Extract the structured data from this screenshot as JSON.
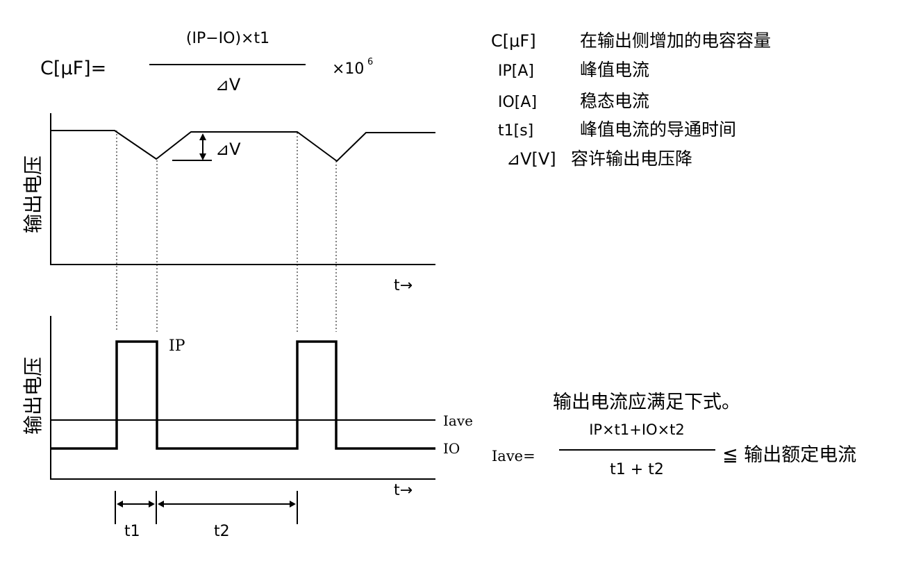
{
  "formula_capacitance": {
    "lhs": "C[μF]=",
    "numerator": "(IP−IO)×t1",
    "denominator": "⊿V",
    "multiplier": "×10",
    "exponent": "6"
  },
  "legend": [
    {
      "symbol": "C[μF]",
      "desc": "在输出侧增加的电容容量"
    },
    {
      "symbol": "IP[A]",
      "desc": "峰值电流"
    },
    {
      "symbol": "IO[A]",
      "desc": "稳态电流"
    },
    {
      "symbol": "t1[s]",
      "desc": "峰值电流的导通时间"
    },
    {
      "symbol": "⊿V[V]",
      "desc": "容许输出电压降"
    }
  ],
  "top_chart": {
    "ylabel": "输出电压",
    "xlabel": "t→",
    "dv_label": "⊿V"
  },
  "bottom_chart": {
    "ylabel": "输出电压",
    "xlabel": "t→",
    "ip_label": "IP",
    "iave_label": "Iave",
    "io_label": "IO",
    "t1_label": "t1",
    "t2_label": "t2"
  },
  "condition": {
    "intro": "输出电流应满足下式。",
    "lhs": "Iave=",
    "numerator": "IP×t1+IO×t2",
    "denominator": "t1 + t2",
    "relation": "≦ 输出额定电流"
  }
}
